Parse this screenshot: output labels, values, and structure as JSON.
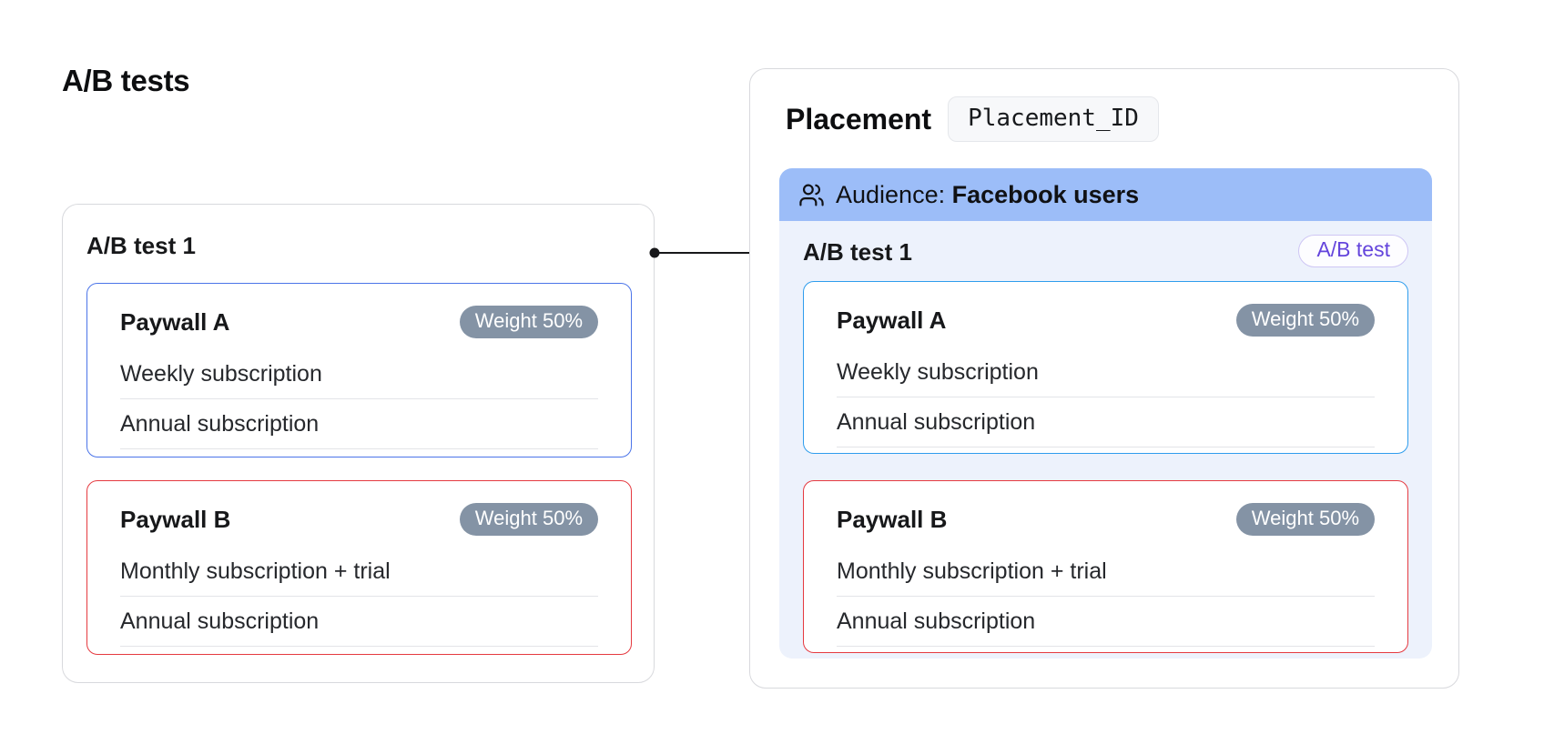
{
  "page_title": "A/B tests",
  "left_card": {
    "title": "A/B test 1",
    "paywalls": [
      {
        "name": "Paywall A",
        "weight_label": "Weight 50%",
        "products": [
          "Weekly subscription",
          "Annual subscription"
        ]
      },
      {
        "name": "Paywall B",
        "weight_label": "Weight 50%",
        "products": [
          "Monthly subscription + trial",
          "Annual subscription"
        ]
      }
    ]
  },
  "right_card": {
    "title": "Placement",
    "placement_id_label": "Placement_ID",
    "audience_bar": {
      "icon": "users-icon",
      "label": "Audience:",
      "value": "Facebook users"
    },
    "ab_test_section": {
      "title": "A/B test 1",
      "type_badge_label": "A/B test",
      "paywalls": [
        {
          "name": "Paywall A",
          "weight_label": "Weight 50%",
          "products": [
            "Weekly subscription",
            "Annual subscription"
          ]
        },
        {
          "name": "Paywall B",
          "weight_label": "Weight 50%",
          "products": [
            "Monthly subscription + trial",
            "Annual subscription"
          ]
        }
      ]
    }
  },
  "colors": {
    "paywall_a_border_left_card": "#4B74E9",
    "paywall_a_border_right_card": "#2F9DED",
    "paywall_b_border": "#E53A40",
    "weight_badge_bg": "#8493A5",
    "audience_bar_bg": "#9CBDF8",
    "ab_test_panel_bg": "#EDF2FC",
    "ab_test_badge_text": "#6445DC",
    "arrow": "#17181A"
  }
}
